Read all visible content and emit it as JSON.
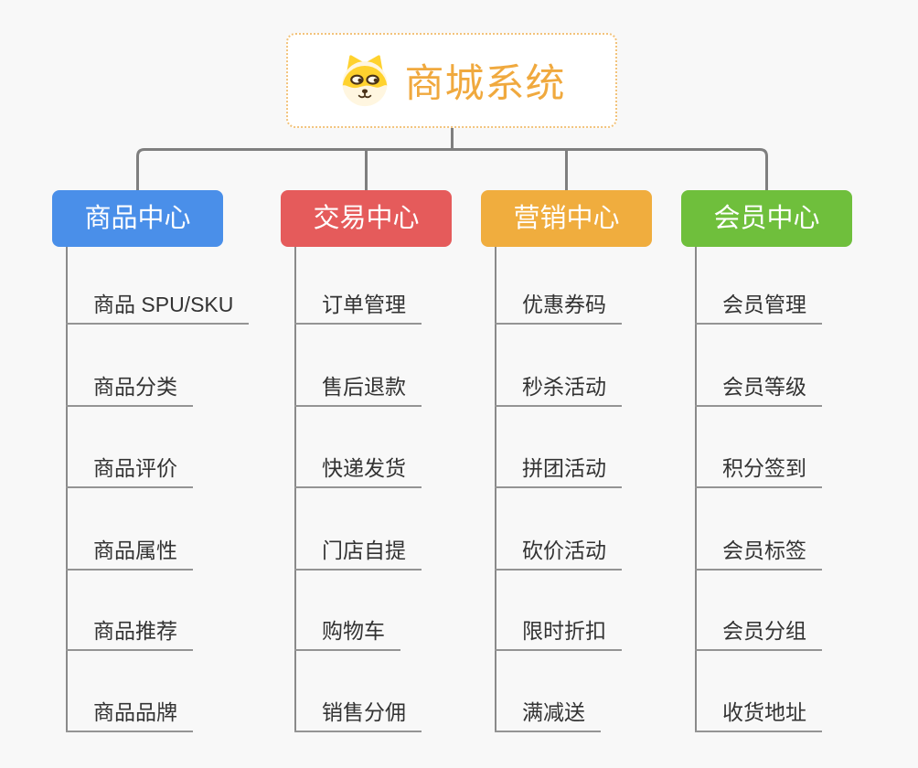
{
  "canvas": {
    "background_color": "#F8F8F8",
    "connector_color": "#7F7F7F",
    "underline_color": "#949494"
  },
  "root": {
    "title": "商城系统",
    "icon": "shiba-dog-icon",
    "title_color": "#F0A93E",
    "border_color": "#F2C37B"
  },
  "branches": [
    {
      "label": "商品中心",
      "color": "#4A8FE9",
      "items": [
        "商品 SPU/SKU",
        "商品分类",
        "商品评价",
        "商品属性",
        "商品推荐",
        "商品品牌"
      ]
    },
    {
      "label": "交易中心",
      "color": "#E55B5B",
      "items": [
        "订单管理",
        "售后退款",
        "快递发货",
        "门店自提",
        "购物车",
        "销售分佣"
      ]
    },
    {
      "label": "营销中心",
      "color": "#F0AD3E",
      "items": [
        "优惠券码",
        "秒杀活动",
        "拼团活动",
        "砍价活动",
        "限时折扣",
        "满减送"
      ]
    },
    {
      "label": "会员中心",
      "color": "#6FBF3C",
      "items": [
        "会员管理",
        "会员等级",
        "积分签到",
        "会员标签",
        "会员分组",
        "收货地址"
      ]
    }
  ]
}
